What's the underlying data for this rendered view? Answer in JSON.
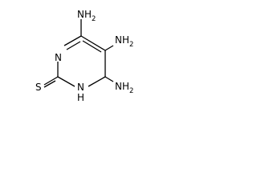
{
  "structure": {
    "atoms": {
      "amine_top": {
        "element": "N",
        "h_count": "2"
      },
      "amine_right": {
        "element": "N",
        "h_count": "2"
      },
      "amine_bottom": {
        "element": "N",
        "h_count": "2"
      },
      "ring_n_left": {
        "element": "N"
      },
      "ring_nh_bottom": {
        "element": "N",
        "h_label": "H"
      },
      "thione_s": {
        "element": "S"
      }
    }
  }
}
